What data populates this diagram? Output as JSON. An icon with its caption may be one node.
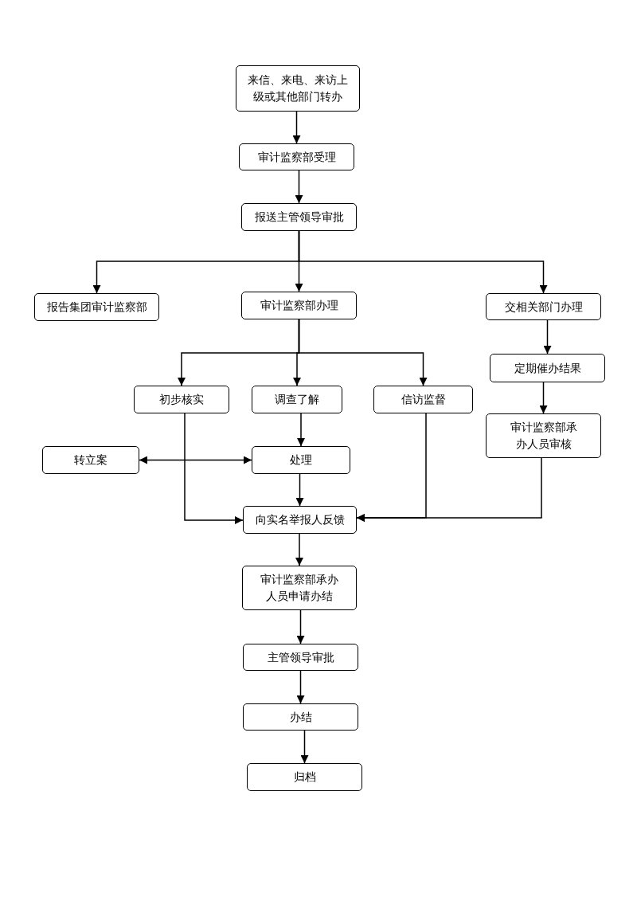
{
  "diagram": {
    "nodes": [
      {
        "text": [
          "来信、来电、来访上级或其他部门转办"
        ]
      },
      {
        "text": [
          "审计监察部受理"
        ]
      },
      {
        "text": [
          "报送主管领导审批"
        ]
      },
      {
        "text": [
          "报告集团审计监察部"
        ]
      },
      {
        "text": [
          "审计监察部办理"
        ]
      },
      {
        "text": [
          "交相关部门办理"
        ]
      },
      {
        "text": [
          "定期催办结果"
        ]
      },
      {
        "text": [
          "初步核实"
        ]
      },
      {
        "text": [
          "调查了解"
        ]
      },
      {
        "text": [
          "信访监督"
        ]
      },
      {
        "text": [
          "审计监察部承办人员审核"
        ]
      },
      {
        "text": [
          "转立案"
        ]
      },
      {
        "text": [
          "处理"
        ]
      },
      {
        "text": [
          "向实名举报人反馈"
        ]
      },
      {
        "text": [
          "审计监察部承办人员申请办结"
        ]
      },
      {
        "text": [
          "主管领导审批"
        ]
      },
      {
        "text": [
          "办结"
        ]
      },
      {
        "text": [
          "归档"
        ]
      }
    ],
    "edges": [
      {
        "from": 0,
        "to": 1,
        "arrow": "to"
      },
      {
        "from": 1,
        "to": 2,
        "arrow": "to"
      },
      {
        "from": 2,
        "to": 3,
        "arrow": "to"
      },
      {
        "from": 2,
        "to": 4,
        "arrow": "to"
      },
      {
        "from": 2,
        "to": 5,
        "arrow": "to"
      },
      {
        "from": 4,
        "to": 7,
        "arrow": "to"
      },
      {
        "from": 4,
        "to": 8,
        "arrow": "to"
      },
      {
        "from": 4,
        "to": 9,
        "arrow": "to"
      },
      {
        "from": 5,
        "to": 6,
        "arrow": "to"
      },
      {
        "from": 6,
        "to": 10,
        "arrow": "to"
      },
      {
        "from": 8,
        "to": 12,
        "arrow": "to"
      },
      {
        "from": 11,
        "to": 12,
        "arrow": "both"
      },
      {
        "from": 12,
        "to": 13,
        "arrow": "to"
      },
      {
        "from": 7,
        "to": 13,
        "arrow": "to"
      },
      {
        "from": 9,
        "to": 13,
        "arrow": "to"
      },
      {
        "from": 10,
        "to": 13,
        "arrow": "to"
      },
      {
        "from": 13,
        "to": 14,
        "arrow": "to"
      },
      {
        "from": 14,
        "to": 15,
        "arrow": "to"
      },
      {
        "from": 15,
        "to": 16,
        "arrow": "to"
      },
      {
        "from": 16,
        "to": 17,
        "arrow": "to"
      }
    ]
  }
}
